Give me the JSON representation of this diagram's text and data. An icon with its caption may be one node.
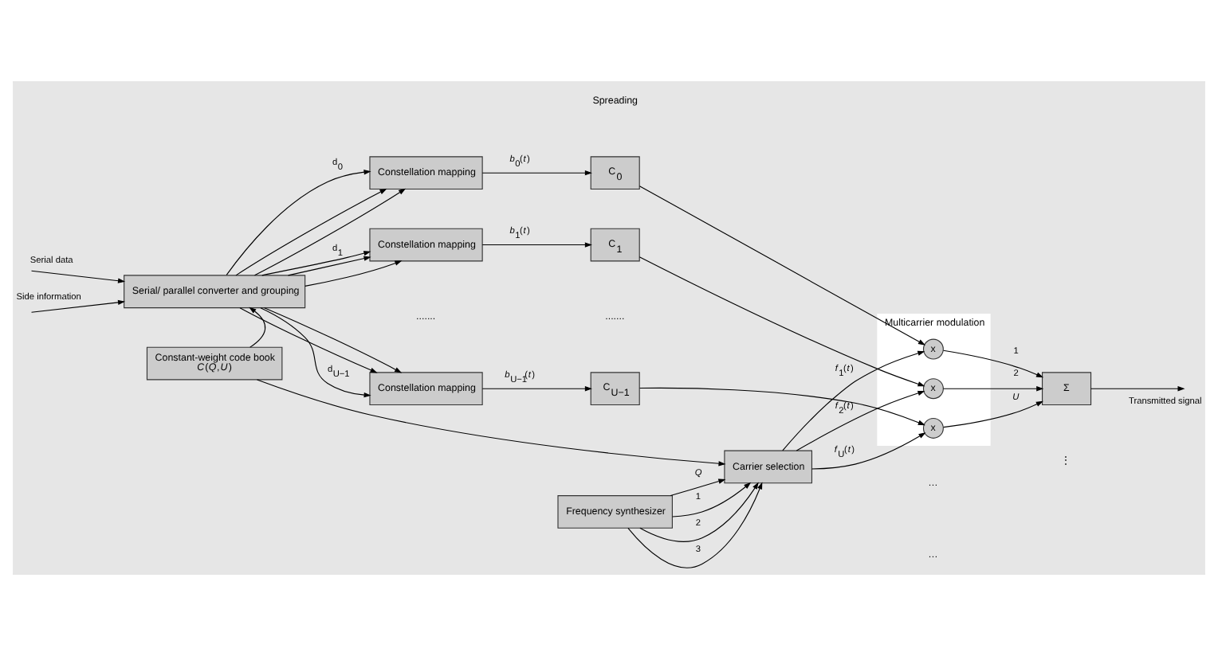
{
  "diagram": {
    "nodes": [
      {
        "text": [
          "Serial/ parallel converter and grouping"
        ]
      },
      {
        "text": [
          "Constellation mapping"
        ]
      },
      {
        "text": [
          "Constellation mapping"
        ]
      },
      {
        "text": [
          "Constellation mapping"
        ]
      },
      {
        "text": [
          "C$_{0}$"
        ]
      },
      {
        "text": [
          "C$_{1}$"
        ]
      },
      {
        "text": [
          "C$_{U−1}$"
        ]
      },
      {
        "text": [
          "Multicarrier modulation"
        ]
      },
      {
        "text": [
          "x"
        ],
        "in": 7
      },
      {
        "text": [
          "x"
        ],
        "in": 7
      },
      {
        "text": [
          "x"
        ],
        "in": 7
      },
      {
        "text": [
          "Σ"
        ]
      },
      {
        "text": [
          "Constant-weight code book",
          "*C*(*Q*,*U*)"
        ]
      },
      {
        "text": [
          "Carrier selection"
        ]
      },
      {
        "text": [
          "Frequency synthesizer"
        ]
      }
    ],
    "edges": [
      {
        "from": null,
        "to": 0,
        "arrow": "to",
        "label": "Serial data"
      },
      {
        "from": null,
        "to": 0,
        "arrow": "to",
        "label": "Side information"
      },
      {
        "from": 0,
        "to": 1,
        "arrow": "to",
        "label": "d$_{0}$"
      },
      {
        "from": 0,
        "to": 1,
        "arrow": "to"
      },
      {
        "from": 0,
        "to": 1,
        "arrow": "to"
      },
      {
        "from": 0,
        "to": 2,
        "arrow": "to",
        "label": "d$_{1}$"
      },
      {
        "from": 0,
        "to": 2,
        "arrow": "to"
      },
      {
        "from": 0,
        "to": 2,
        "arrow": "to"
      },
      {
        "from": 0,
        "to": 3,
        "arrow": "to",
        "label": "d$_{U−1}$"
      },
      {
        "from": 0,
        "to": 3,
        "arrow": "to"
      },
      {
        "from": 0,
        "to": 3,
        "arrow": "to"
      },
      {
        "from": 1,
        "to": 4,
        "arrow": "to",
        "label": "*b*$_{0}$(*t*)"
      },
      {
        "from": 2,
        "to": 5,
        "arrow": "to",
        "label": "*b*$_{1}$(*t*)"
      },
      {
        "from": 3,
        "to": 6,
        "arrow": "to",
        "label": "*b*$_{U−1}$(*t*)"
      },
      {
        "from": 4,
        "to": 8,
        "arrow": "to"
      },
      {
        "from": 5,
        "to": 9,
        "arrow": "to"
      },
      {
        "from": 6,
        "to": 10,
        "arrow": "to"
      },
      {
        "from": 8,
        "to": 11,
        "arrow": "to",
        "label": "1"
      },
      {
        "from": 9,
        "to": 11,
        "arrow": "to",
        "label": "2"
      },
      {
        "from": 10,
        "to": 11,
        "arrow": "to",
        "label": "*U*"
      },
      {
        "from": 11,
        "to": null,
        "arrow": "to",
        "label": "Transmitted signal"
      },
      {
        "from": 13,
        "to": 8,
        "arrow": "to",
        "label": "*f*$_{1}$(*t*)"
      },
      {
        "from": 13,
        "to": 9,
        "arrow": "to",
        "label": "*f*$_{2}$(*t*)"
      },
      {
        "from": 13,
        "to": 10,
        "arrow": "to",
        "label": "*f*$_{U}$(*t*)"
      },
      {
        "from": 12,
        "to": 0,
        "arrow": "to"
      },
      {
        "from": 12,
        "to": 13,
        "arrow": "to"
      },
      {
        "from": 14,
        "to": 13,
        "arrow": "to",
        "label": "1"
      },
      {
        "from": 14,
        "to": 13,
        "arrow": "to",
        "label": "2"
      },
      {
        "from": 14,
        "to": 13,
        "arrow": "to",
        "label": "3"
      },
      {
        "from": 14,
        "to": 13,
        "arrow": "to",
        "label": "*Q*"
      }
    ],
    "labels": [
      "Spreading",
      ".......",
      ".......",
      "⋮",
      "…",
      "…"
    ]
  }
}
